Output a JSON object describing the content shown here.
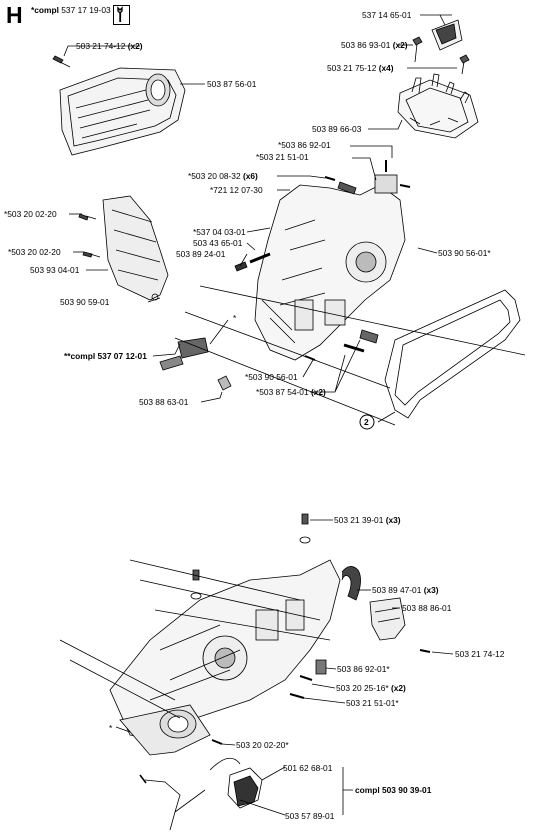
{
  "section_letter": "H",
  "compl_header": {
    "prefix": "*compl",
    "number": "537 17 19-03"
  },
  "callout_circle": "2",
  "labels": {
    "l537146501": "537 14 65-01",
    "l503869301": "503 86 93-01",
    "l503869301_qty": "(x2)",
    "l503217512": "503 21 75-12",
    "l503217512_qty": "(x4)",
    "l503217412top": "503 21 74-12",
    "l503217412top_qty": "(x2)",
    "l503875601": "503 87 56-01",
    "l503896603": "503 89 66-03",
    "l503869201a": "*503 86 92-01",
    "l503215101a": "*503 21 51-01",
    "l503200832": "*503 20 08-32",
    "l503200832_qty": "(x6)",
    "l721120730": "*721 12 07-30",
    "l503200220a": "*503 20 02-20",
    "l503200220b": "*503 20 02-20",
    "l503930401": "503 93 04-01",
    "l503905901": "503 90 59-01",
    "l537040301": "*537 04 03-01",
    "l503436501": "503 43 65-01",
    "l503892401": "503 89 24-01",
    "l503905601b": "503 90 56-01*",
    "lcompl537071201": "**compl 537 07 12-01",
    "l503905601a": "*503 90 56-01",
    "l503875401": "*503 87 54-01",
    "l503875401_qty": "(x2)",
    "l503886301": "503 88 63-01",
    "lstar1": "*",
    "l503213901": "503 21 39-01",
    "l503213901_qty": "(x3)",
    "l503894701": "503 89 47-01",
    "l503894701_qty": "(x3)",
    "l503888601": "503 88 86-01",
    "l503217412b": "503 21 74-12",
    "l503869201b": "503 86 92-01*",
    "l503202516": "503 20 25-16*",
    "l503202516_qty": "(x2)",
    "l503215101b": "503 21 51-01*",
    "lstar2": "*",
    "l503200220c": "503 20 02-20*",
    "l501626801": "501 62 68-01",
    "lcompl503903901": "compl 503 90 39-01",
    "l503578901": "503 57 89-01"
  }
}
